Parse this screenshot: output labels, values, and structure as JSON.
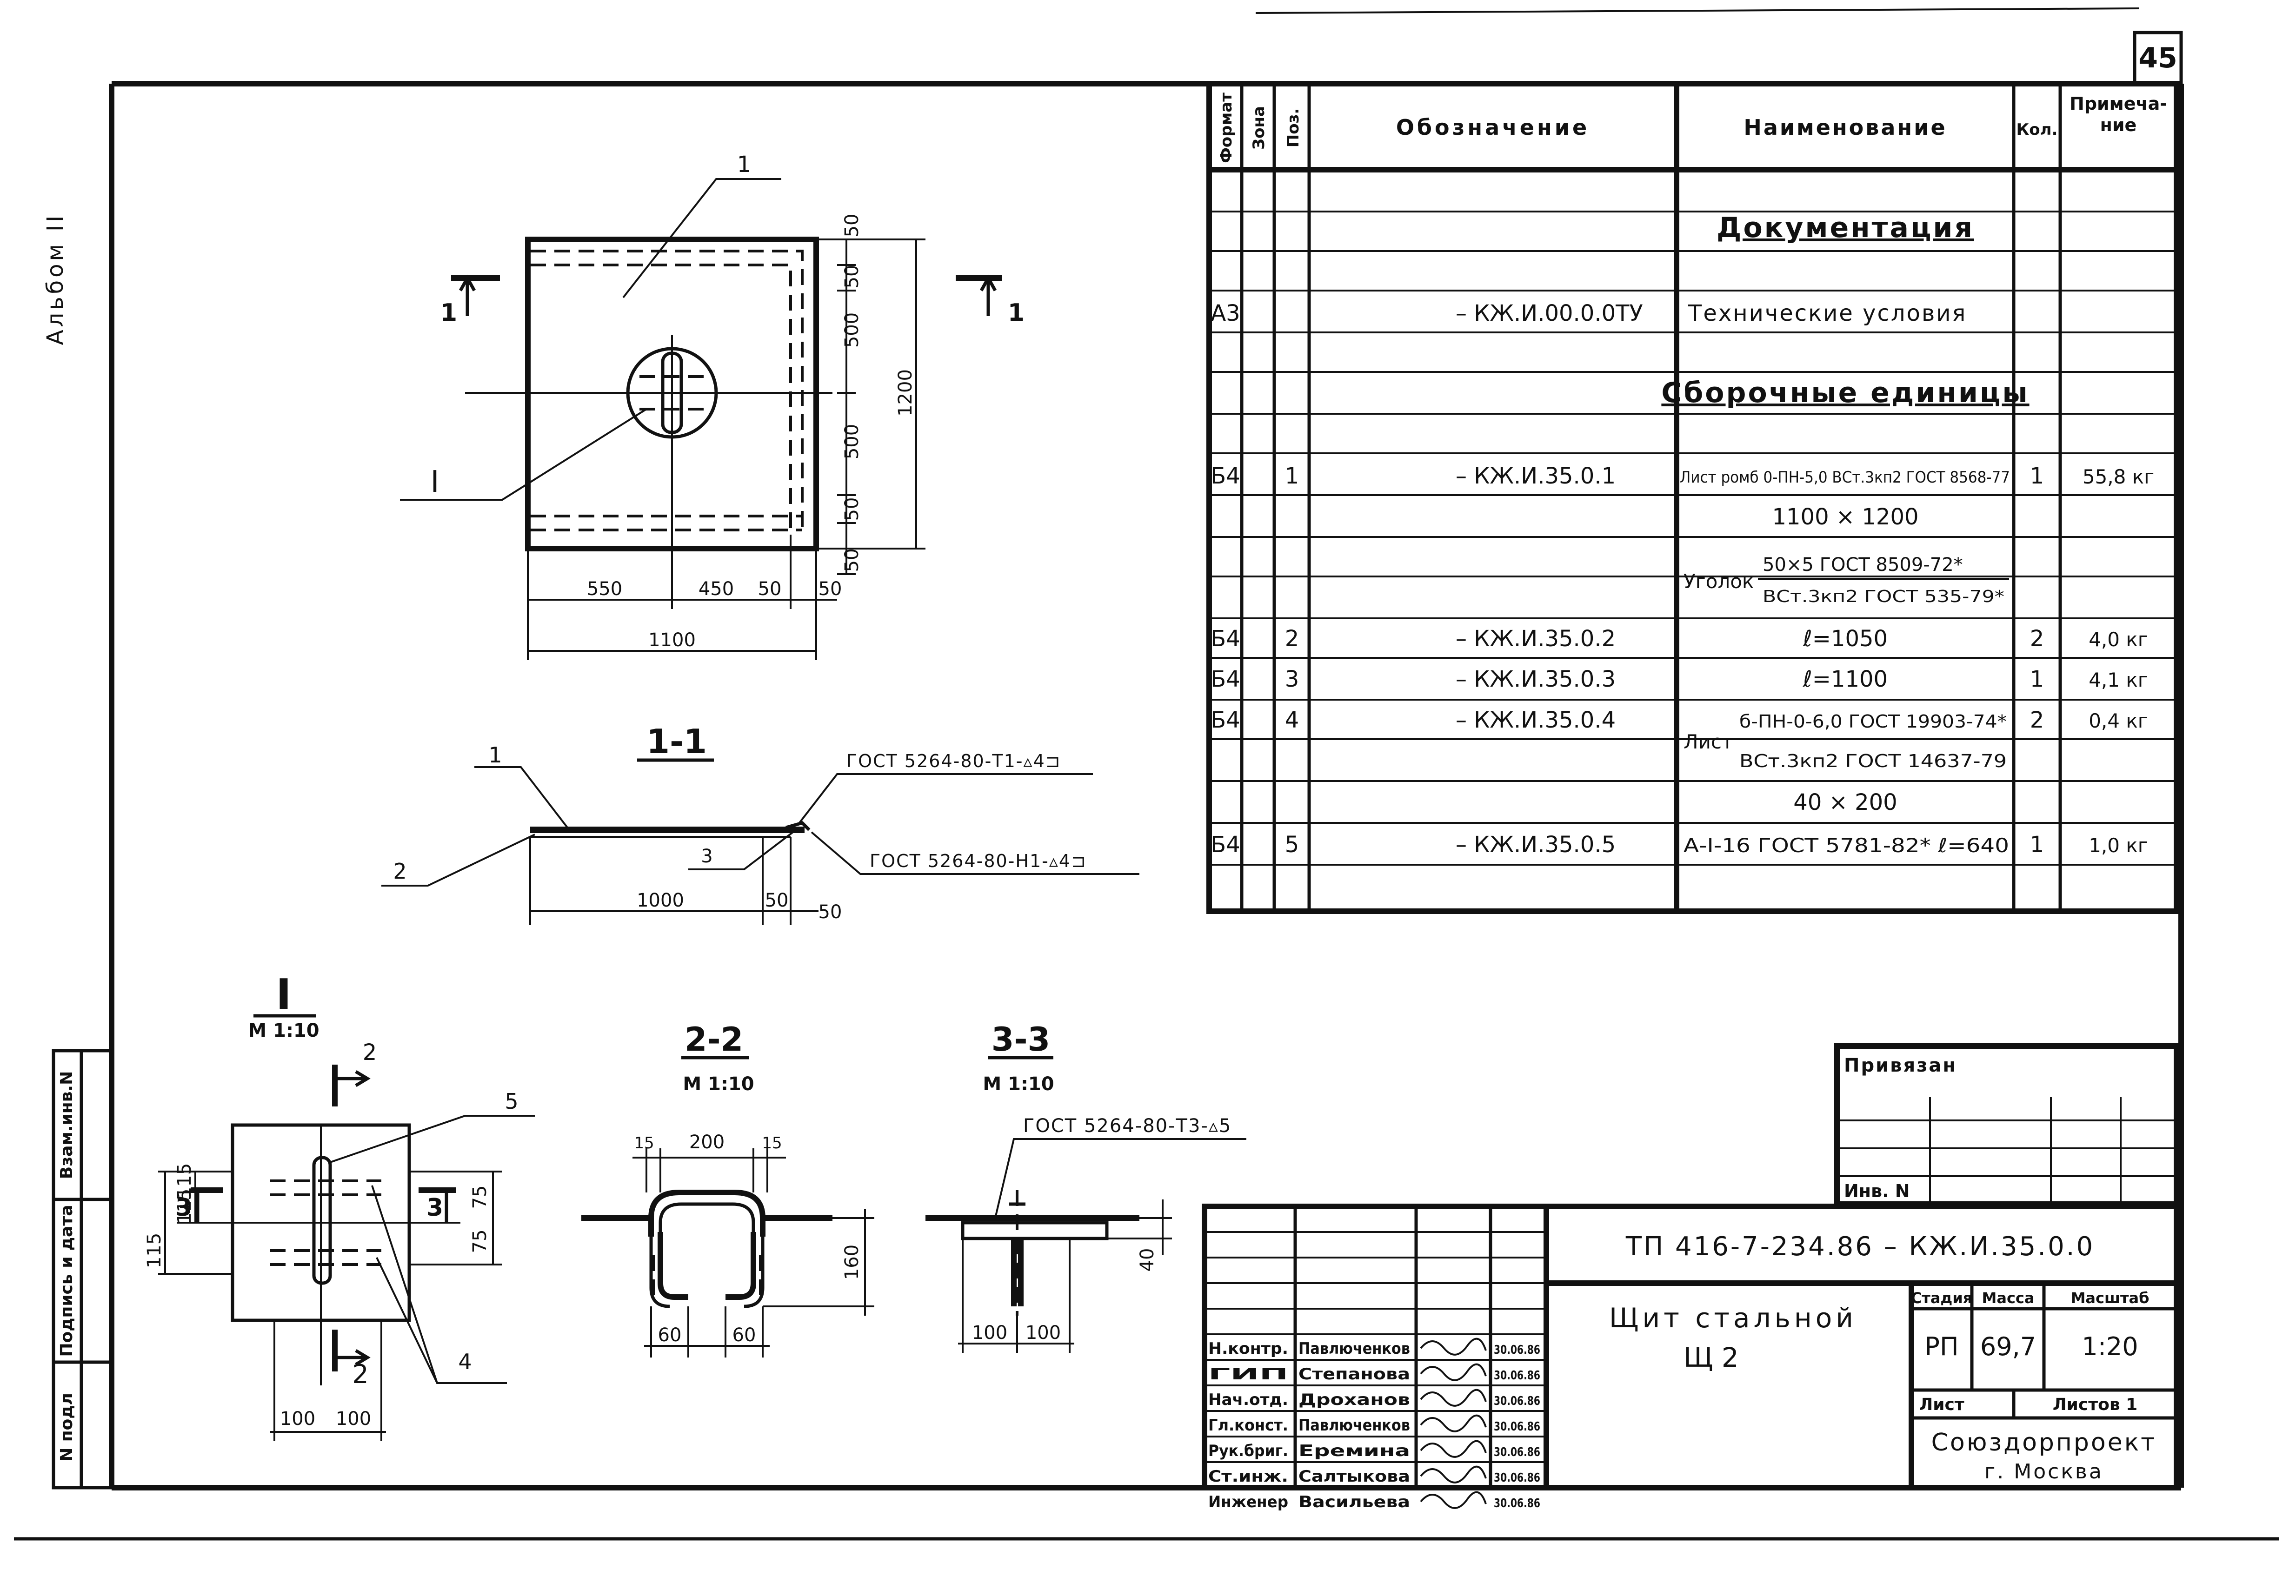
{
  "page_number": "45",
  "album": "Альбом II",
  "side_stamp": {
    "ref_inv": "Взам.инв.N",
    "sign_date": "Подпись и дата",
    "orig_inv": "N подл"
  },
  "spec": {
    "headers": {
      "format": "Формат",
      "zone": "Зона",
      "pos": "Поз.",
      "designation": "Обозначение",
      "name": "Наименование",
      "qty": "Кол.",
      "note": "Примеча-ние"
    },
    "section_docs": "Документация",
    "row_tu": {
      "format": "А3",
      "designation": "– КЖ.И.00.0.0ТУ",
      "name": "Технические условия"
    },
    "section_units": "Сборочные единицы",
    "row1": {
      "format": "Б4",
      "pos": "1",
      "designation": "– КЖ.И.35.0.1",
      "name": "Лист ромб 0-ПН-5,0 ВСт.3кп2 ГОСТ 8568-77",
      "qty": "1",
      "note": "55,8 кг"
    },
    "row1b": {
      "name": "1100 × 1200"
    },
    "angle": {
      "prefix": "Уголок",
      "top": "50×5 ГОСТ 8509-72*",
      "bottom": "ВСт.3кп2 ГОСТ 535-79*"
    },
    "row2": {
      "format": "Б4",
      "pos": "2",
      "designation": "– КЖ.И.35.0.2",
      "name": "ℓ=1050",
      "qty": "2",
      "note": "4,0 кг"
    },
    "row3": {
      "format": "Б4",
      "pos": "3",
      "designation": "– КЖ.И.35.0.3",
      "name": "ℓ=1100",
      "qty": "1",
      "note": "4,1 кг"
    },
    "row4": {
      "format": "Б4",
      "pos": "4",
      "designation": "– КЖ.И.35.0.4",
      "prefix": "Лист",
      "top": "б-ПН-0-6,0 ГОСТ 19903-74*",
      "bottom": "ВСт.3кп2 ГОСТ 14637-79",
      "qty": "2",
      "note": "0,4 кг"
    },
    "row4b": {
      "name": "40 × 200"
    },
    "row5": {
      "format": "Б4",
      "pos": "5",
      "designation": "– КЖ.И.35.0.5",
      "name": "А-I-16 ГОСТ 5781-82* ℓ=640",
      "qty": "1",
      "note": "1,0 кг"
    }
  },
  "privyazan": {
    "title": "Привязан",
    "inv": "Инв. N"
  },
  "title_block": {
    "code": "ТП 416-7-234.86 – КЖ.И.35.0.0",
    "name_line1": "Щит стальной",
    "name_line2": "Щ 2",
    "stage_label": "Стадия",
    "mass_label": "Масса",
    "scale_label": "Масштаб",
    "stage": "РП",
    "mass": "69,7",
    "scale": "1:20",
    "sheet_label": "Лист",
    "sheets_label": "Листов 1",
    "org1": "Союздорпроект",
    "org2": "г. Москва",
    "roles": [
      {
        "role": "Н.контр.",
        "name": "Павлюченков",
        "date": "30.06.86"
      },
      {
        "role": "ГИП",
        "name": "Степанова",
        "date": "30.06.86"
      },
      {
        "role": "Нач.отд.",
        "name": "Дроханов",
        "date": "30.06.86"
      },
      {
        "role": "Гл.конст.",
        "name": "Павлюченков",
        "date": "30.06.86"
      },
      {
        "role": "Рук.бриг.",
        "name": "Еремина",
        "date": "30.06.86"
      },
      {
        "role": "Ст.инж.",
        "name": "Салтыкова",
        "date": "30.06.86"
      },
      {
        "role": "Инженер",
        "name": "Васильева",
        "date": "30.06.86"
      }
    ]
  },
  "plan": {
    "pos_label": "1",
    "detail_label": "I",
    "section_mark_left": "1",
    "section_mark_right": "1",
    "dims_right": [
      "50",
      "50",
      "500",
      "500",
      "50",
      "50"
    ],
    "dim_height": "1200",
    "dims_bottom": [
      "550",
      "450",
      "50",
      "50"
    ],
    "dim_width": "1100"
  },
  "section11": {
    "title": "1-1",
    "weld_top": "ГОСТ 5264-80-Т1-▵4⊐",
    "weld_bottom": "ГОСТ 5264-80-Н1-▵4⊐",
    "pos1": "1",
    "pos2": "2",
    "pos3": "3",
    "dim_a": "1000",
    "dim_b": "50",
    "dim_c": "50"
  },
  "detailI": {
    "title": "I",
    "scale": "М 1:10",
    "mark2_top": "2",
    "mark2_bottom": "2",
    "mark3_left": "3",
    "mark3_right": "3",
    "pos5": "5",
    "pos4": "4",
    "dims_left": [
      "115",
      "115"
    ],
    "dim_left_outer": "115",
    "dims_right": [
      "75",
      "75"
    ],
    "dims_bottom": [
      "100",
      "100"
    ]
  },
  "section22": {
    "title": "2-2",
    "scale": "М 1:10",
    "dims_top": [
      "15",
      "200",
      "15"
    ],
    "dim_height": "160",
    "dims_bottom": [
      "60",
      "60"
    ]
  },
  "section33": {
    "title": "3-3",
    "scale": "М 1:10",
    "weld": "ГОСТ 5264-80-Т3-▵5",
    "dim_height": "40",
    "dims_bottom": [
      "100",
      "100"
    ]
  }
}
